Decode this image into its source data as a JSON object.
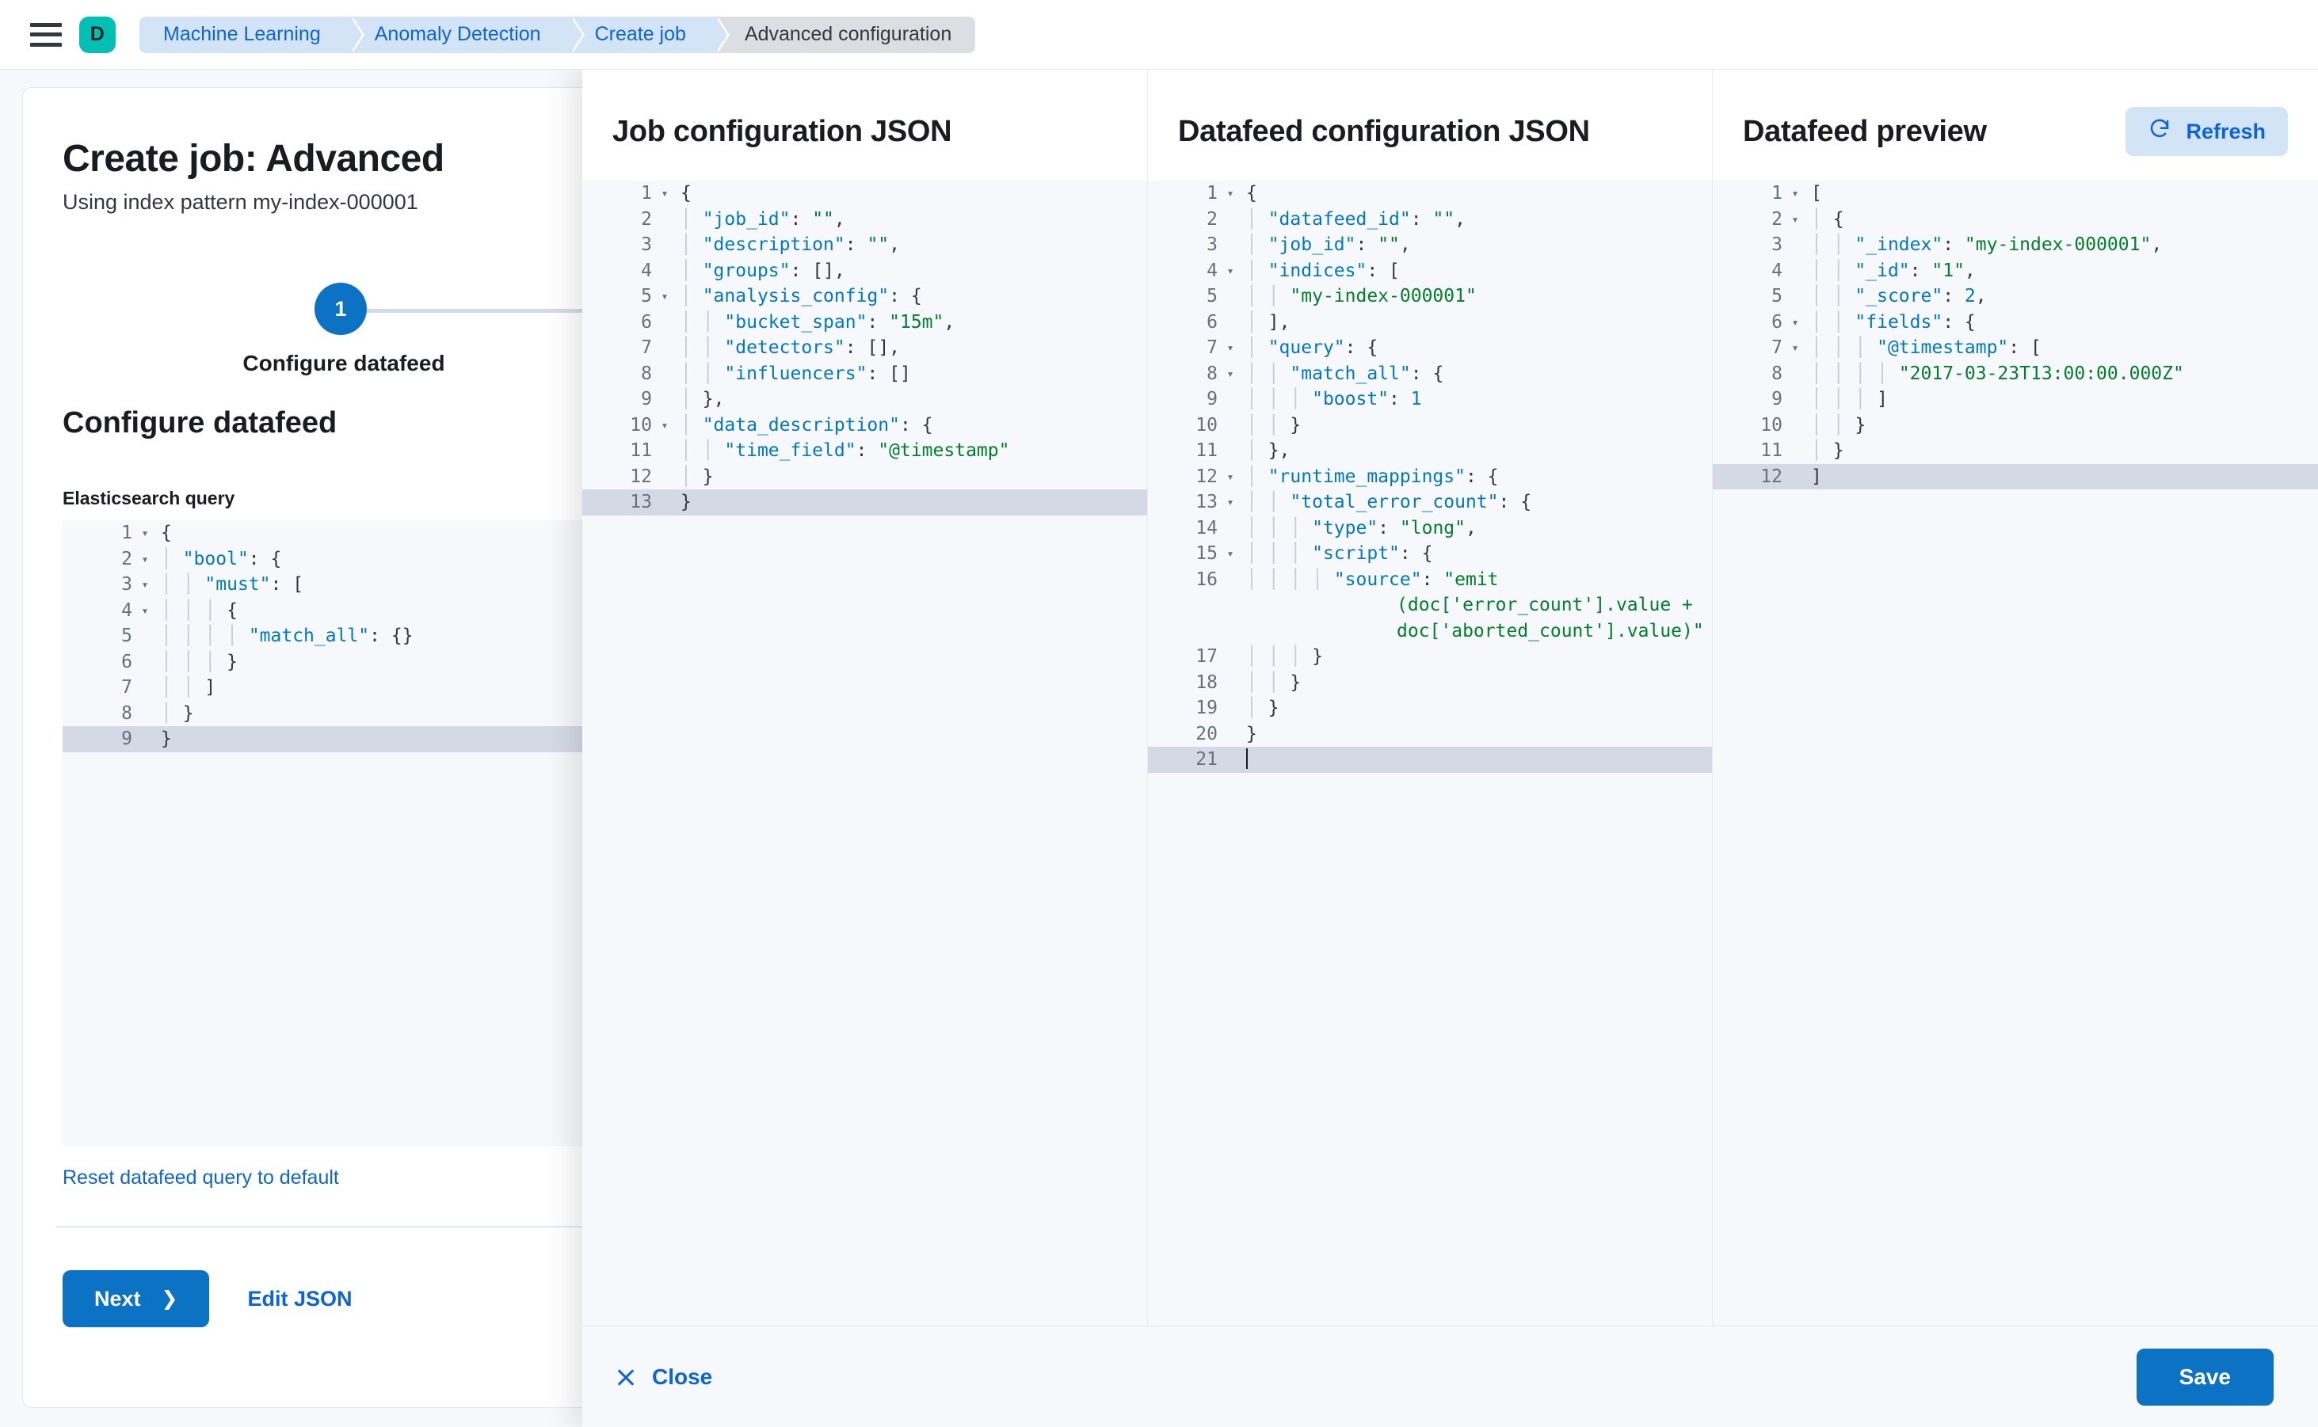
{
  "chrome": {
    "menu_icon": "hamburger-menu-icon",
    "avatar_initial": "D",
    "breadcrumbs": [
      {
        "label": "Machine Learning",
        "active": false
      },
      {
        "label": "Anomaly Detection",
        "active": false
      },
      {
        "label": "Create job",
        "active": false
      },
      {
        "label": "Advanced configuration",
        "active": true
      }
    ]
  },
  "colors": {
    "accent_blue": "#0B72C4",
    "link_blue": "#0B64DD",
    "avatar_teal": "#00BFB3",
    "breadcrumb_bg": "#D3E4F7",
    "breadcrumb_active_bg": "#DCDEE3",
    "string_green": "#00802B",
    "key_blue": "#0077CC",
    "editor_bg": "#F7F8FC",
    "active_line": "#D3DAE6"
  },
  "page": {
    "title": "Create job: Advanced",
    "subtitle": "Using index pattern my-index-000001",
    "step": {
      "number": "1",
      "label": "Configure datafeed"
    },
    "section_title": "Configure datafeed",
    "query_label": "Elasticsearch query",
    "reset_link": "Reset datafeed query to default",
    "next_label": "Next",
    "next_chevron": "chevron-right-icon",
    "edit_json_label": "Edit JSON"
  },
  "flyout": {
    "columns": [
      {
        "title": "Job configuration JSON",
        "editor": {
          "active_line": 13,
          "lines": [
            {
              "n": 1,
              "fold": true,
              "code": "{"
            },
            {
              "n": 2,
              "fold": false,
              "code": "  \"job_id\": \"\","
            },
            {
              "n": 3,
              "fold": false,
              "code": "  \"description\": \"\","
            },
            {
              "n": 4,
              "fold": false,
              "code": "  \"groups\": [],"
            },
            {
              "n": 5,
              "fold": true,
              "code": "  \"analysis_config\": {"
            },
            {
              "n": 6,
              "fold": false,
              "code": "    \"bucket_span\": \"15m\","
            },
            {
              "n": 7,
              "fold": false,
              "code": "    \"detectors\": [],"
            },
            {
              "n": 8,
              "fold": false,
              "code": "    \"influencers\": []"
            },
            {
              "n": 9,
              "fold": false,
              "code": "  },"
            },
            {
              "n": 10,
              "fold": true,
              "code": "  \"data_description\": {"
            },
            {
              "n": 11,
              "fold": false,
              "code": "    \"time_field\": \"@timestamp\""
            },
            {
              "n": 12,
              "fold": false,
              "code": "  }"
            },
            {
              "n": 13,
              "fold": false,
              "code": "}"
            }
          ]
        }
      },
      {
        "title": "Datafeed configuration JSON",
        "editor": {
          "active_line": 21,
          "lines": [
            {
              "n": 1,
              "fold": true,
              "code": "{"
            },
            {
              "n": 2,
              "fold": false,
              "code": "  \"datafeed_id\": \"\","
            },
            {
              "n": 3,
              "fold": false,
              "code": "  \"job_id\": \"\","
            },
            {
              "n": 4,
              "fold": true,
              "code": "  \"indices\": ["
            },
            {
              "n": 5,
              "fold": false,
              "code": "    \"my-index-000001\""
            },
            {
              "n": 6,
              "fold": false,
              "code": "  ],"
            },
            {
              "n": 7,
              "fold": true,
              "code": "  \"query\": {"
            },
            {
              "n": 8,
              "fold": true,
              "code": "    \"match_all\": {"
            },
            {
              "n": 9,
              "fold": false,
              "code": "      \"boost\": 1"
            },
            {
              "n": 10,
              "fold": false,
              "code": "    }"
            },
            {
              "n": 11,
              "fold": false,
              "code": "  },"
            },
            {
              "n": 12,
              "fold": true,
              "code": "  \"runtime_mappings\": {"
            },
            {
              "n": 13,
              "fold": true,
              "code": "    \"total_error_count\": {"
            },
            {
              "n": 14,
              "fold": false,
              "code": "      \"type\": \"long\","
            },
            {
              "n": 15,
              "fold": true,
              "code": "      \"script\": {"
            },
            {
              "n": 16,
              "fold": false,
              "code": "        \"source\": \"emit(doc['error_count'].value + doc['aborted_count'].value)\""
            },
            {
              "n": 17,
              "fold": false,
              "code": "      }"
            },
            {
              "n": 18,
              "fold": false,
              "code": "    }"
            },
            {
              "n": 19,
              "fold": false,
              "code": "  }"
            },
            {
              "n": 20,
              "fold": false,
              "code": "}"
            },
            {
              "n": 21,
              "fold": false,
              "code": ""
            }
          ]
        }
      },
      {
        "title": "Datafeed preview",
        "refresh_label": "Refresh",
        "refresh_icon": "refresh-icon",
        "editor": {
          "active_line": 12,
          "lines": [
            {
              "n": 1,
              "fold": true,
              "code": "["
            },
            {
              "n": 2,
              "fold": true,
              "code": "  {"
            },
            {
              "n": 3,
              "fold": false,
              "code": "    \"_index\": \"my-index-000001\","
            },
            {
              "n": 4,
              "fold": false,
              "code": "    \"_id\": \"1\","
            },
            {
              "n": 5,
              "fold": false,
              "code": "    \"_score\": 2,"
            },
            {
              "n": 6,
              "fold": true,
              "code": "    \"fields\": {"
            },
            {
              "n": 7,
              "fold": true,
              "code": "      \"@timestamp\": ["
            },
            {
              "n": 8,
              "fold": false,
              "code": "        \"2017-03-23T13:00:00.000Z\""
            },
            {
              "n": 9,
              "fold": false,
              "code": "      ]"
            },
            {
              "n": 10,
              "fold": false,
              "code": "    }"
            },
            {
              "n": 11,
              "fold": false,
              "code": "  }"
            },
            {
              "n": 12,
              "fold": false,
              "code": "]"
            }
          ]
        }
      }
    ],
    "footer": {
      "close_label": "Close",
      "close_icon": "close-x-icon",
      "save_label": "Save"
    }
  },
  "left_editor": {
    "active_line": 9,
    "lines": [
      {
        "n": 1,
        "fold": true,
        "code": "{"
      },
      {
        "n": 2,
        "fold": true,
        "code": "  \"bool\": {"
      },
      {
        "n": 3,
        "fold": true,
        "code": "    \"must\": ["
      },
      {
        "n": 4,
        "fold": true,
        "code": "      {"
      },
      {
        "n": 5,
        "fold": false,
        "code": "        \"match_all\": {}"
      },
      {
        "n": 6,
        "fold": false,
        "code": "      }"
      },
      {
        "n": 7,
        "fold": false,
        "code": "    ]"
      },
      {
        "n": 8,
        "fold": false,
        "code": "  }"
      },
      {
        "n": 9,
        "fold": false,
        "code": "}"
      }
    ]
  }
}
